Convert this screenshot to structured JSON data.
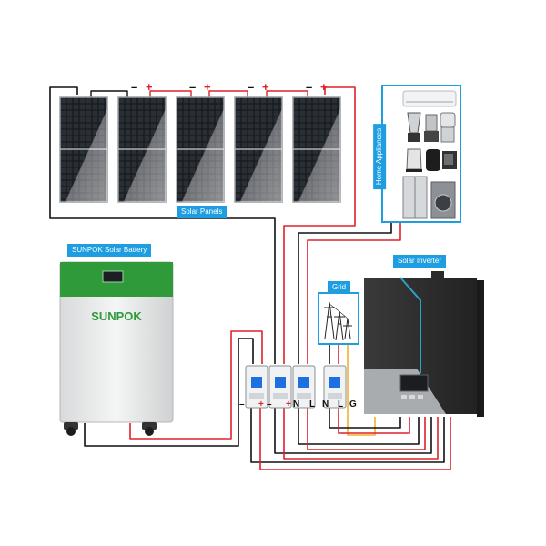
{
  "labels": {
    "solar_panels": "Solar Panels",
    "battery": "SUNPOK Solar Battery",
    "inverter": "Solar Inverter",
    "appliances": "Home Appliances",
    "grid": "Grid",
    "brand": "SUNPOK"
  },
  "terminals": {
    "minus": "–",
    "plus": "+",
    "neutral": "N",
    "live": "L",
    "ground": "G"
  },
  "colors": {
    "accent_blue": "#1e9ee0",
    "wire_black": "#111111",
    "wire_red": "#e0202a",
    "wire_ground": "#f0b030",
    "battery_green": "#2e9a3a",
    "inverter_body": "#2b2b2b",
    "inverter_accent": "#2aa3c8"
  },
  "counts": {
    "solar_panels": 5,
    "breakers": 4
  }
}
